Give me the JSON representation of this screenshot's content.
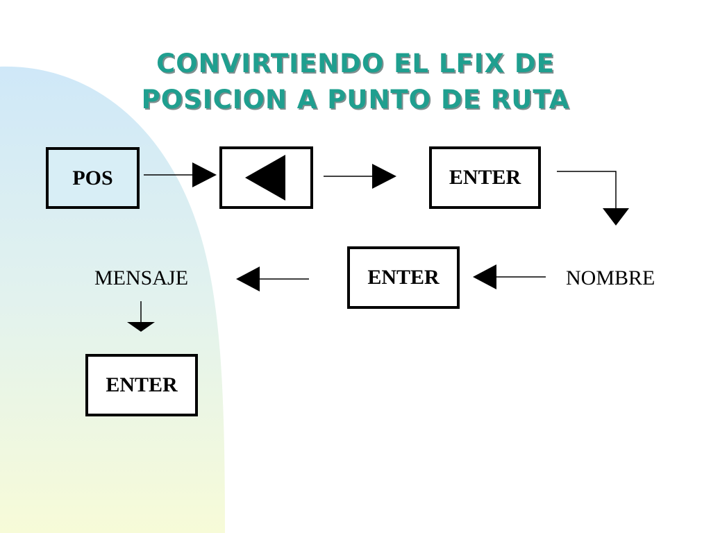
{
  "slide": {
    "title_lines": [
      "CONVIRTIENDO EL LFIX DE",
      "POSICION A PUNTO DE RUTA"
    ],
    "colors": {
      "title": "#1f9f8f",
      "title_shadow": "#7f8f8f",
      "background_blob_top": "#cfe8f8",
      "background_blob_bottom": "#f7fbd8",
      "pos_box_fill": "#d8eef6",
      "border": "#000000"
    }
  },
  "flow": {
    "row1": {
      "pos_key": "POS",
      "left_key_icon": "left-triangle-icon",
      "enter_key": "ENTER"
    },
    "row2": {
      "nombre": "NOMBRE",
      "enter_key": "ENTER",
      "mensaje": "MENSAJE"
    },
    "row3": {
      "enter_key": "ENTER"
    }
  }
}
